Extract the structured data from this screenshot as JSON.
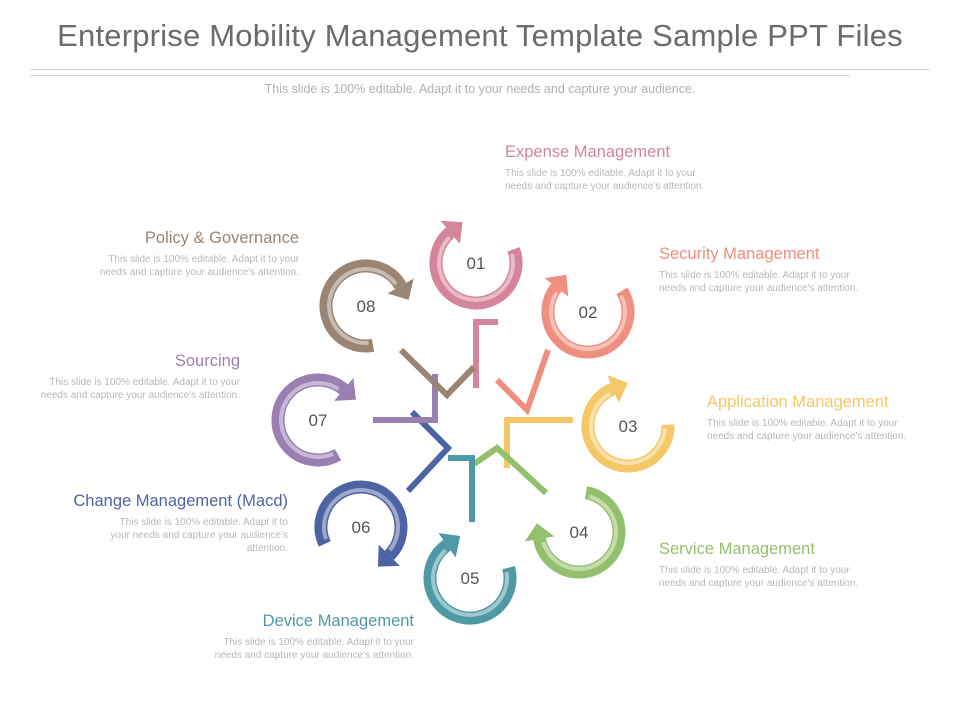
{
  "title": "Enterprise Mobility Management Template Sample PPT Files",
  "subtitle": "This slide is 100% editable. Adapt it to your needs and capture your audience.",
  "items": [
    {
      "num": "01",
      "heading": "Expense Management",
      "desc": "This slide is 100% editable. Adapt it to your needs and capture your audience's attention.",
      "color": "#d4849b"
    },
    {
      "num": "02",
      "heading": "Security Management",
      "desc": "This slide is 100% editable. Adapt it to your needs and capture your audience's attention.",
      "color": "#ef8f80"
    },
    {
      "num": "03",
      "heading": "Application Management",
      "desc": "This slide is 100% editable. Adapt it to your needs and capture your audience's attention.",
      "color": "#f4c866"
    },
    {
      "num": "04",
      "heading": "Service Management",
      "desc": "This slide is 100% editable. Adapt it to your needs and capture your audience's attention.",
      "color": "#93c06c"
    },
    {
      "num": "05",
      "heading": "Device Management",
      "desc": "This slide is 100% editable. Adapt it to your needs and capture your audience's attention.",
      "color": "#4f99a6"
    },
    {
      "num": "06",
      "heading": "Change Management (Macd)",
      "desc": "This slide is 100% editable. Adapt it to your needs and capture your audience's attention.",
      "color": "#4d63a3"
    },
    {
      "num": "07",
      "heading": "Sourcing",
      "desc": "This slide is 100% editable. Adapt it to your needs and capture your audience's attention.",
      "color": "#9a7fb3"
    },
    {
      "num": "08",
      "heading": "Policy & Governance",
      "desc": "This slide is 100% editable. Adapt it to your needs and capture your audience's attention.",
      "color": "#9a8574"
    }
  ]
}
